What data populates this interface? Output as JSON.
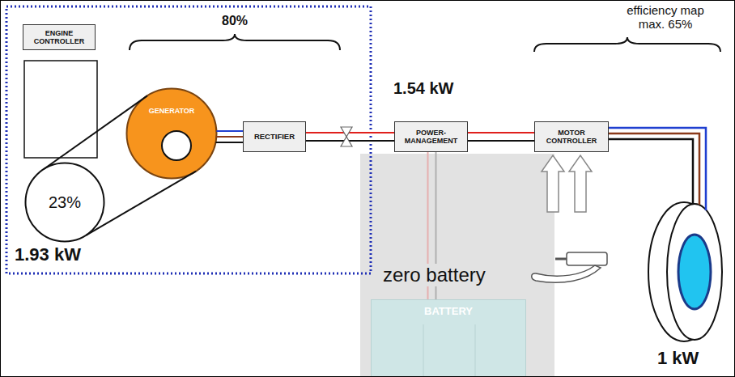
{
  "diagram": {
    "nodes": [
      {
        "text": [
          "ENGINE CONTROLLER"
        ]
      },
      {
        "text": [
          "23%"
        ]
      },
      {
        "text": [
          "GENERATOR"
        ]
      },
      {
        "text": [
          "RECTIFIER"
        ]
      },
      {
        "text": [
          "POWER-MANAGEMENT"
        ]
      },
      {
        "text": [
          "zero battery"
        ]
      },
      {
        "text": [
          "BATTERY"
        ],
        "in": 5
      },
      {
        "text": [
          "MOTOR CONTROLLER"
        ]
      }
    ],
    "edges": [
      {
        "from": 1,
        "to": 2,
        "arrow": "none"
      },
      {
        "from": 2,
        "to": 3,
        "arrow": "none"
      },
      {
        "from": 3,
        "to": 4,
        "arrow": "none"
      },
      {
        "from": 4,
        "to": 7,
        "arrow": "none"
      },
      {
        "from": 4,
        "to": 6,
        "arrow": "none"
      }
    ],
    "labels": [
      "80%",
      "1.93 kW",
      "1.54 kW",
      "efficiency map max. 65%",
      "1 kW"
    ]
  }
}
